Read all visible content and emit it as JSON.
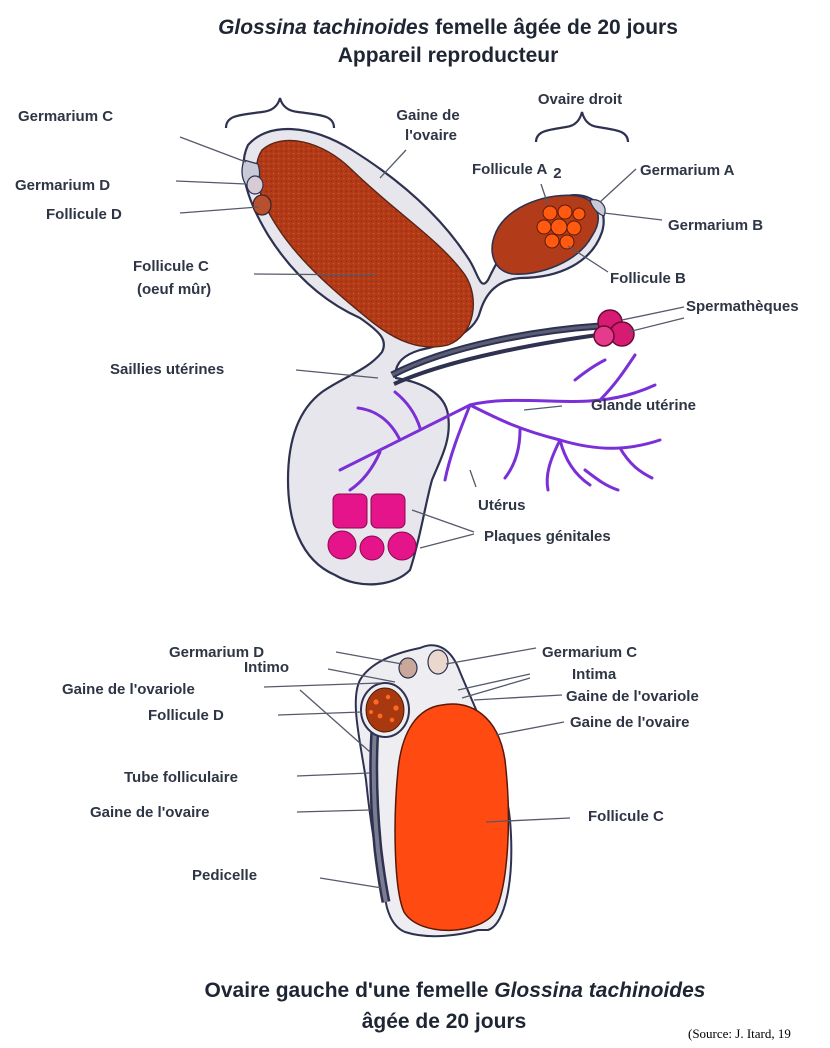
{
  "top_figure": {
    "title_species": "Glossina tachinoides",
    "title_rest": " femelle âgée de 20 jours",
    "subtitle": "Appareil reproducteur",
    "labels": {
      "germarium_c": "Germarium C",
      "germarium_d": "Germarium D",
      "follicule_d": "Follicule D",
      "follicule_c": "Follicule C",
      "follicule_c_note": "(oeuf mûr)",
      "gaine_ovaire_1": "Gaine de",
      "gaine_ovaire_2": "l'ovaire",
      "ovaire_droit": "Ovaire droit",
      "follicule_a": "Follicule A",
      "follicule_a_index": "2",
      "germarium_a": "Germarium A",
      "germarium_b": "Germarium B",
      "follicule_b": "Follicule B",
      "spermatheques": "Spermathèques",
      "saillies": "Saillies utérines",
      "glande": "Glande utérine",
      "uterus": "Utérus",
      "plaques": "Plaques génitales"
    }
  },
  "bottom_figure": {
    "labels": {
      "germarium_d": "Germarium D",
      "intimo": "Intimo",
      "gaine_ovariole_left": "Gaine de l'ovariole",
      "follicule_d": "Follicule D",
      "tube": "Tube folliculaire",
      "gaine_ovaire_left": "Gaine de l'ovaire",
      "pedicelle": "Pedicelle",
      "germarium_c": "Germarium C",
      "intima": "Intima",
      "gaine_ovariole_right": "Gaine de l'ovariole",
      "gaine_ovaire_right": "Gaine de l'ovaire",
      "follicule_c": "Follicule C"
    },
    "caption_line1_pre": "Ovaire gauche d'une femelle ",
    "caption_species": "Glossina tachinoides",
    "caption_line2": "âgée de 20 jours"
  },
  "source": "(Source: J. Itard, 19",
  "colors": {
    "oocyte": "#b23c1a",
    "oocyte_bright": "#ff4a12",
    "follicle_orange": "#f05a14",
    "gland": "#7b2fd6",
    "plaques": "#e5148a",
    "spermatheque": "#d81b72",
    "sheath": "#e6e6ec",
    "outline": "#2e3250"
  },
  "icons": [
    "brace-left",
    "brace-right"
  ]
}
